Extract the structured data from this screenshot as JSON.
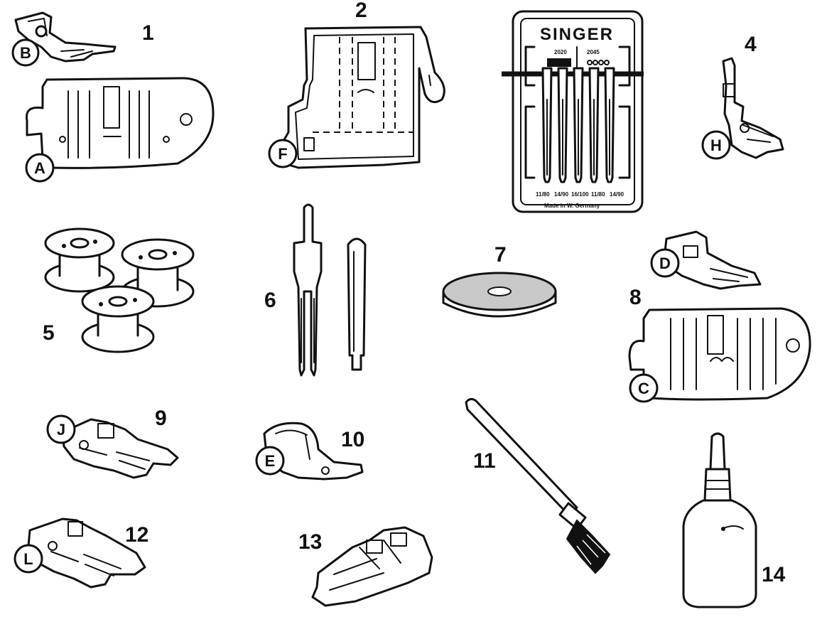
{
  "items": [
    {
      "number": "1",
      "letters": [
        "B",
        "A"
      ]
    },
    {
      "number": "2",
      "letters": [
        "F"
      ]
    },
    {
      "number": "4",
      "letters": [
        "H"
      ]
    },
    {
      "number": "5",
      "letters": []
    },
    {
      "number": "6",
      "letters": []
    },
    {
      "number": "7",
      "letters": []
    },
    {
      "number": "8",
      "letters": [
        "D",
        "C"
      ]
    },
    {
      "number": "9",
      "letters": [
        "J"
      ]
    },
    {
      "number": "10",
      "letters": [
        "E"
      ]
    },
    {
      "number": "11",
      "letters": []
    },
    {
      "number": "12",
      "letters": [
        "L"
      ]
    },
    {
      "number": "13",
      "letters": []
    },
    {
      "number": "14",
      "letters": []
    }
  ],
  "needle_pack": {
    "brand": "SINGER",
    "codes": [
      "2020",
      "2045"
    ],
    "sizes": [
      "11/80",
      "14/90",
      "16/100",
      "11/80",
      "14/90"
    ],
    "footer": "Made in W. Germany"
  },
  "icons": [
    "presser-foot",
    "needle-plate",
    "seam-guide",
    "needle-pack",
    "bobbin",
    "twin-needle",
    "spool-pin",
    "felt-disc",
    "lint-brush",
    "oil-bottle"
  ]
}
